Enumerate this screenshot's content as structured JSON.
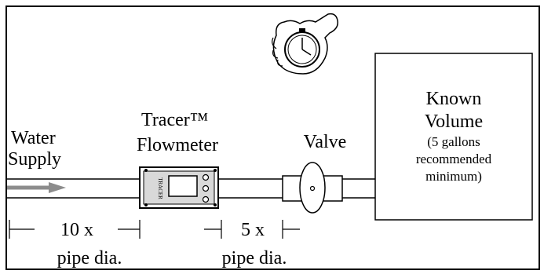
{
  "labels": {
    "water_line1": "Water",
    "water_line2": "Supply",
    "tracer_line1": "Tracer™",
    "tracer_line2": "Flowmeter",
    "valve": "Valve",
    "known_line1": "Known",
    "known_line2": "Volume",
    "known_note1": "(5 gallons",
    "known_note2": "recommended",
    "known_note3": "minimum)",
    "dim1_line1": "10 x",
    "dim1_line2": "pipe dia.",
    "dim2_line1": "5 x",
    "dim2_line2": "pipe dia.",
    "meter_brand": "TRACER"
  },
  "colors": {
    "line": "#000000",
    "arrow": "#8c8c8c",
    "meter_face": "#d9d9d9",
    "background": "#ffffff"
  },
  "icons": {
    "stopwatch": "hand-holding-stopwatch-icon"
  }
}
